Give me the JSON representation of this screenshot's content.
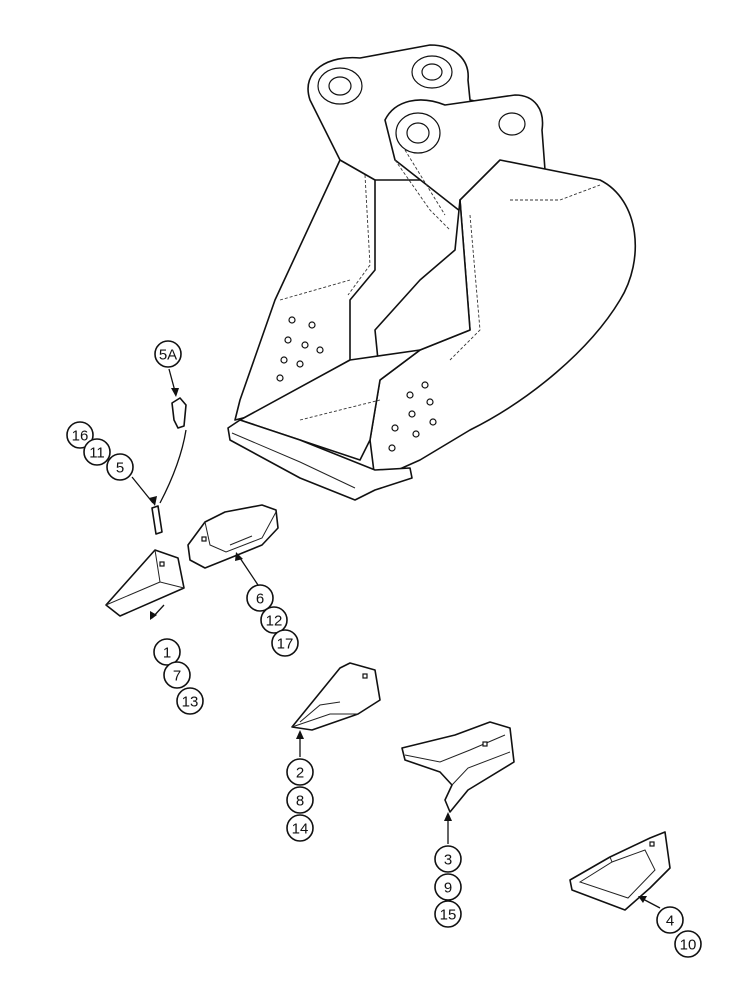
{
  "callouts": {
    "c5a": "5A",
    "c16": "16",
    "c11": "11",
    "c5": "5",
    "c6": "6",
    "c12": "12",
    "c17": "17",
    "c1": "1",
    "c7": "7",
    "c13": "13",
    "c2": "2",
    "c8": "8",
    "c14": "14",
    "c3": "3",
    "c9": "9",
    "c15": "15",
    "c4": "4",
    "c10": "10"
  },
  "colors": {
    "line": "#111111",
    "background": "#ffffff"
  }
}
